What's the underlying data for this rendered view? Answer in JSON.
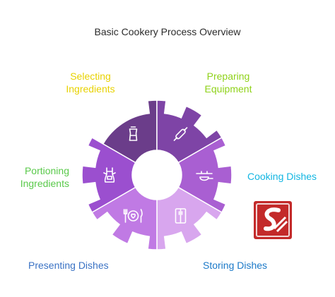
{
  "title": "Basic Cookery Process Overview",
  "colors": {
    "seg_selecting": "#6b3d8a",
    "seg_preparing": "#7e44a6",
    "seg_cooking": "#a95fd2",
    "seg_storing": "#d8a6ee",
    "seg_presenting": "#c07ae4",
    "seg_portioning": "#9b4fcf",
    "label_selecting": "#e8d200",
    "label_preparing": "#8fd21a",
    "label_cooking": "#12b6e2",
    "label_storing": "#1b79c8",
    "label_presenting": "#3a72c4",
    "label_portioning": "#59c94a",
    "logo_bg": "#c32a2a"
  },
  "steps": [
    {
      "id": "selecting",
      "lines": [
        "Selecting",
        "Ingredients"
      ],
      "icon": "pepper-grinder-icon"
    },
    {
      "id": "preparing",
      "lines": [
        "Preparing",
        "Equipment"
      ],
      "icon": "rolling-pin-icon"
    },
    {
      "id": "cooking",
      "lines": [
        "Cooking Dishes"
      ],
      "icon": "stovetop-pan-icon"
    },
    {
      "id": "storing",
      "lines": [
        "Storing Dishes"
      ],
      "icon": "refrigerator-icon"
    },
    {
      "id": "presenting",
      "lines": [
        "Presenting Dishes"
      ],
      "icon": "plate-cutlery-icon"
    },
    {
      "id": "portioning",
      "lines": [
        "Portioning",
        "Ingredients"
      ],
      "icon": "apron-icon"
    }
  ],
  "logo": {
    "icon": "s-logo-icon"
  }
}
